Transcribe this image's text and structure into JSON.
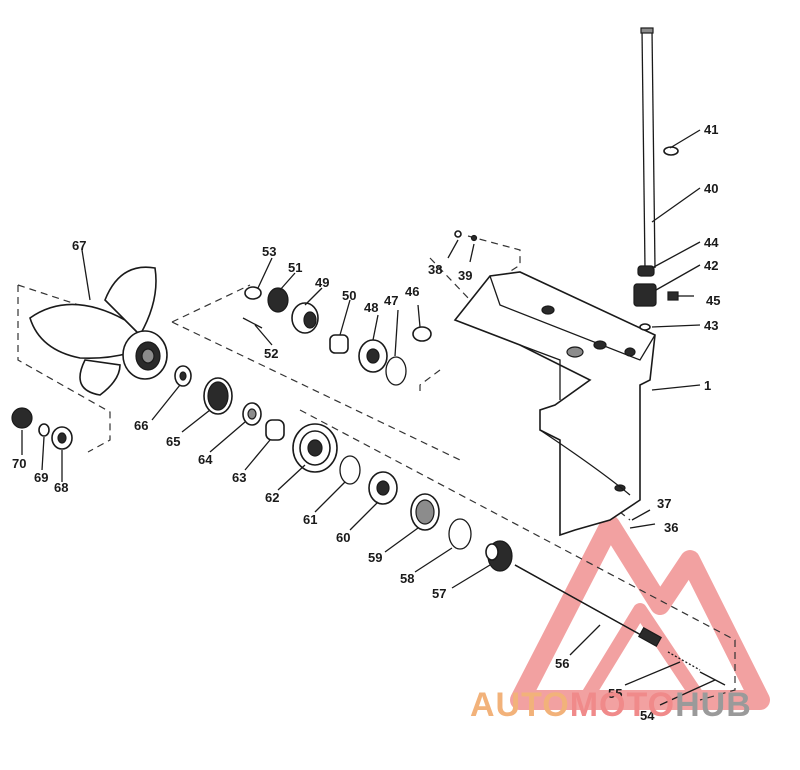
{
  "callouts": [
    "1",
    "36",
    "37",
    "38",
    "39",
    "40",
    "41",
    "42",
    "43",
    "44",
    "45",
    "46",
    "47",
    "48",
    "49",
    "50",
    "51",
    "52",
    "53",
    "54",
    "55",
    "56",
    "57",
    "58",
    "59",
    "60",
    "61",
    "62",
    "63",
    "64",
    "65",
    "66",
    "67",
    "68",
    "69",
    "70"
  ],
  "watermark": {
    "part1": "AUTO",
    "part2": "MOTO",
    "part3": "HUB",
    "colors": {
      "auto": "#f2b27a",
      "moto": "#f08a8a",
      "hub": "#9a9a9a",
      "triangle": "#f08a8a"
    }
  }
}
